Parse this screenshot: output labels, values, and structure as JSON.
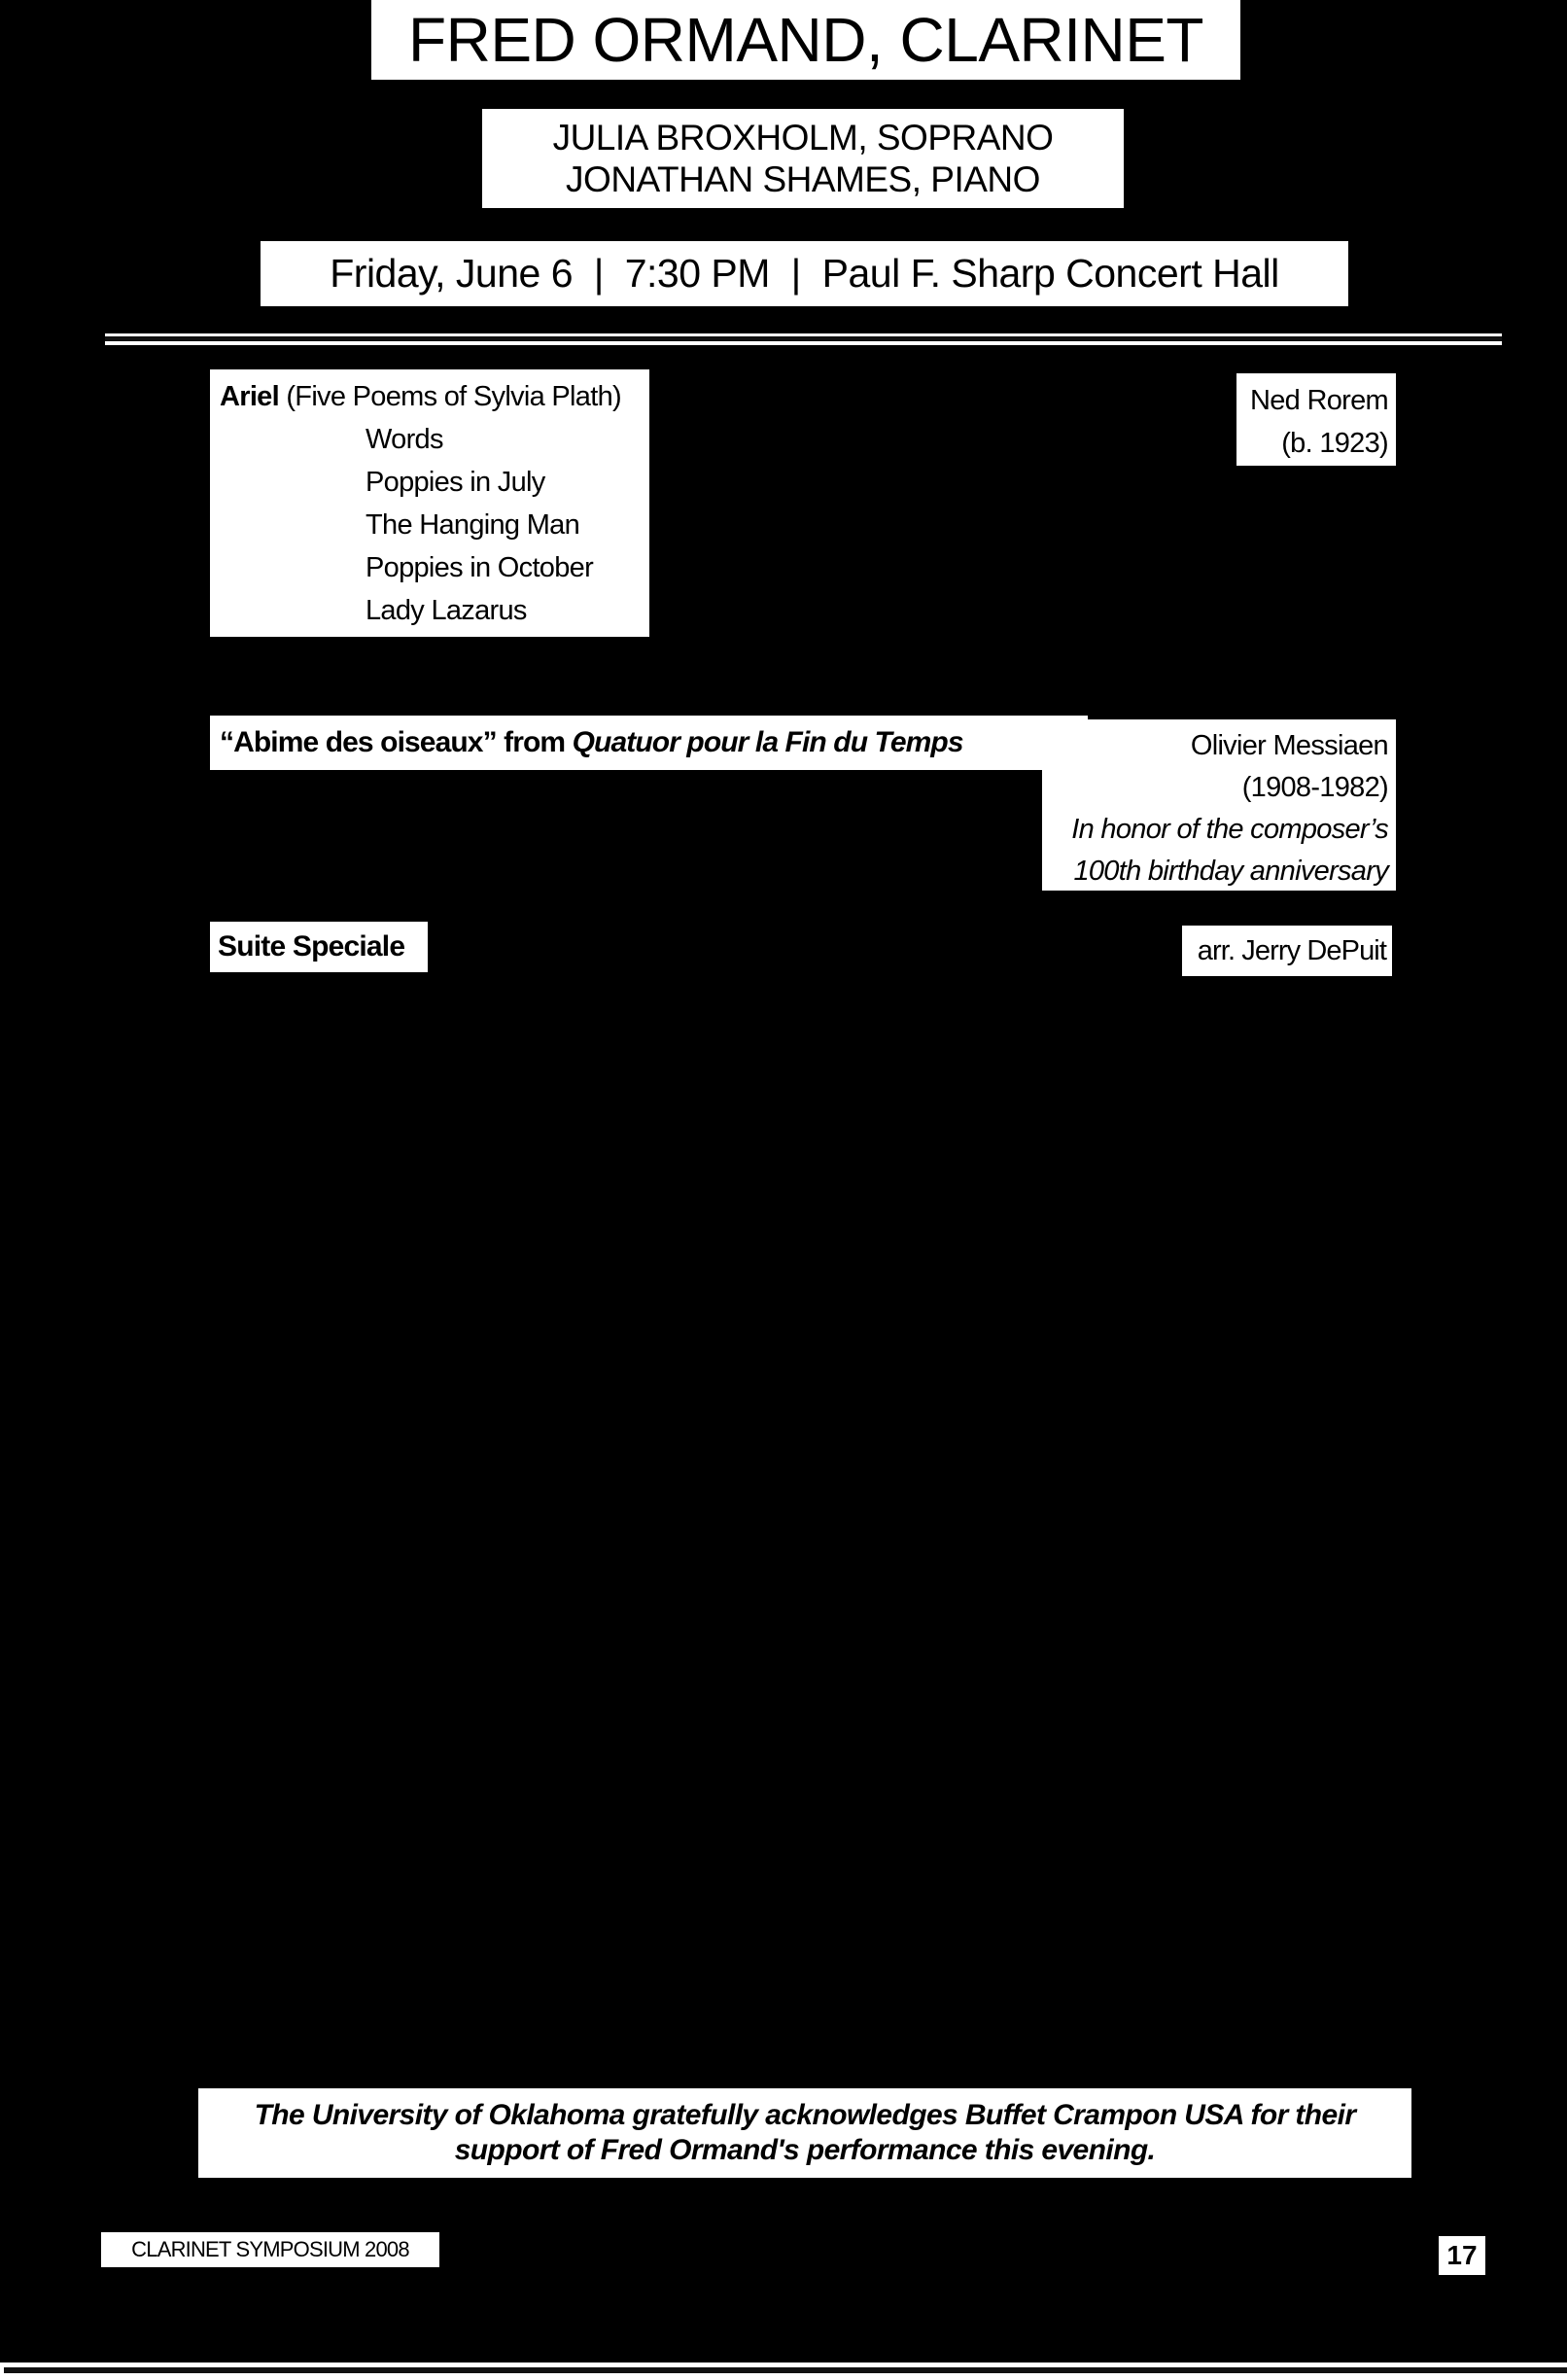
{
  "header": {
    "title": "FRED ORMAND, CLARINET",
    "performers": [
      "JULIA BROXHOLM, SOPRANO",
      "JONATHAN SHAMES, PIANO"
    ],
    "date_line": "Friday, June 6  |  7:30 PM  |  Paul F. Sharp Concert Hall"
  },
  "program": [
    {
      "title": "Ariel",
      "subtitle": "(Five Poems of Sylvia Plath)",
      "movements": [
        "Words",
        "Poppies in July",
        "The Hanging Man",
        "Poppies in October",
        "Lady Lazarus"
      ],
      "composer": "Ned Rorem",
      "dates": "(b. 1923)"
    },
    {
      "title": "“Abime des oiseaux” from ",
      "work": "Quatuor pour la Fin du Temps",
      "composer": "Olivier Messiaen",
      "dates": "(1908-1982)",
      "note_lines": [
        "In honor of the composer’s",
        "100th birthday anniversary"
      ]
    },
    {
      "title": "Suite Speciale",
      "composer": "arr. Jerry DePuit"
    }
  ],
  "acknowledgement": [
    "The University of Oklahoma gratefully acknowledges Buffet Crampon USA for their",
    "support of Fred Ormand's performance this evening."
  ],
  "footer": {
    "publication": "CLARINET SYMPOSIUM 2008",
    "page_number": "17"
  }
}
